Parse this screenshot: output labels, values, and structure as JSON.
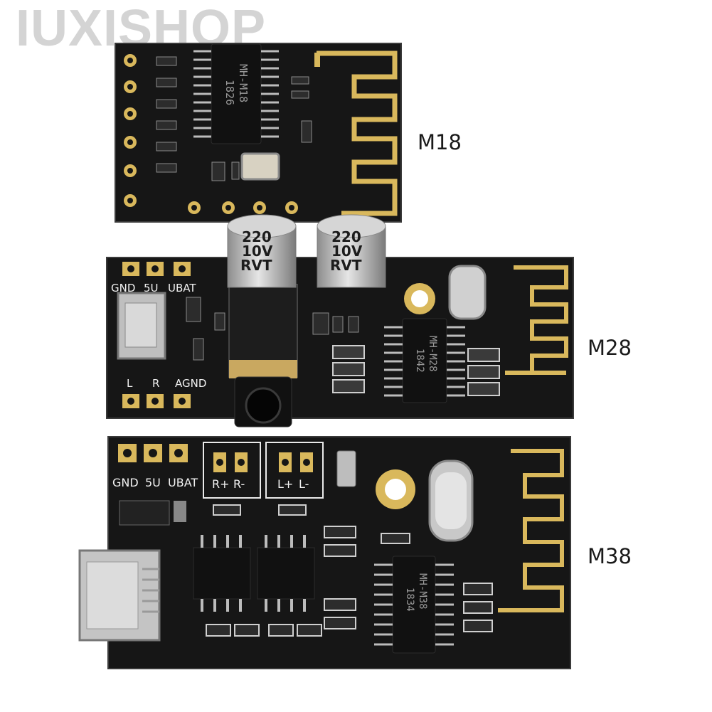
{
  "watermark": "IUXISHOP",
  "modules": [
    {
      "name": "M18",
      "chip_marking": [
        "MH-M18",
        "1826"
      ]
    },
    {
      "name": "M28",
      "chip_marking": [
        "MH-M28",
        "1842"
      ],
      "silkscreen": {
        "gnd": "GND",
        "v5": "5U",
        "vbat": "UBAT",
        "l": "L",
        "r": "R",
        "agnd": "AGND"
      },
      "capacitor": [
        "220",
        "10V",
        "RVT"
      ]
    },
    {
      "name": "M38",
      "chip_marking": [
        "MH-M38",
        "1834"
      ],
      "silkscreen": {
        "gnd": "GND",
        "v5": "5U",
        "vbat": "UBAT",
        "r_plus": "R+",
        "r_minus": "R-",
        "l_plus": "L+",
        "l_minus": "L-"
      }
    }
  ],
  "colors": {
    "pcb": "#161616",
    "gold": "#d9b85c",
    "silkscreen": "#f2f2f2"
  }
}
